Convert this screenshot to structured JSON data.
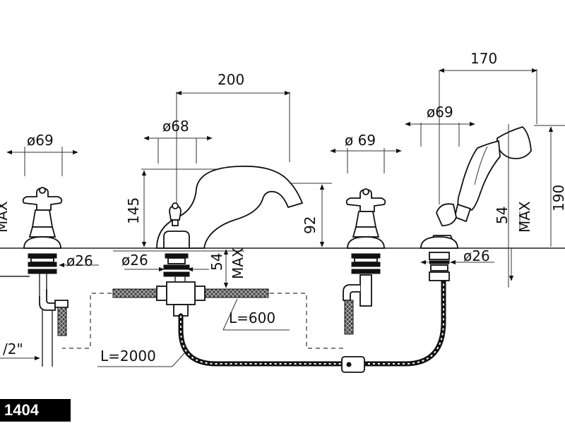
{
  "model_number": "1404",
  "dimensions": {
    "spout_reach": "200",
    "spout_base_diameter": "ø68",
    "left_handle_diameter": "ø69",
    "right_handle_diameter": "ø 69",
    "shower_holder_diameter": "ø69",
    "handshower_offset": "170",
    "spout_height": "145",
    "spout_outlet_height": "92",
    "handshower_height": "190",
    "handshower_base_height": "54",
    "max_label": "MAX",
    "deck_max_thickness": "54",
    "spout_shank_diameter": "ø26",
    "left_shank_diameter": "ø26",
    "shower_shank_diameter": "ø26",
    "connection_thread": "/2\"",
    "flex_hose_length": "L=600",
    "shower_hose_length": "L=2000"
  }
}
